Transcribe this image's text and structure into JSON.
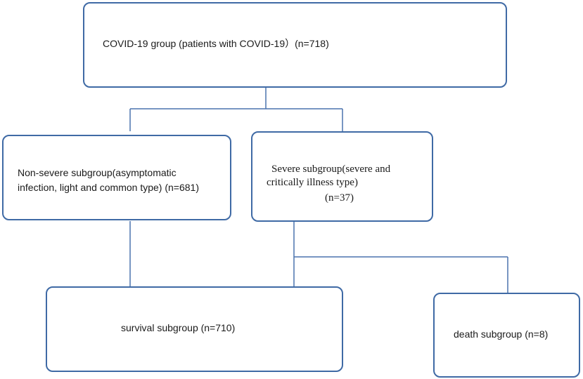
{
  "nodes": {
    "covid_group": {
      "label": "COVID-19 group (patients with COVID-19）(n=718)"
    },
    "non_severe": {
      "line1": "Non-severe subgroup(asymptomatic",
      "line2": "infection, light and common type) (n=681)"
    },
    "severe": {
      "line1": "Severe subgroup(severe and",
      "line2": "critically illness type)",
      "line3": "(n=37)"
    },
    "survival": {
      "label": "survival subgroup (n=710)"
    },
    "death": {
      "label": "death subgroup (n=8)"
    }
  },
  "colors": {
    "box_border": "#3f6aa5",
    "connector": "#4a72ad"
  }
}
